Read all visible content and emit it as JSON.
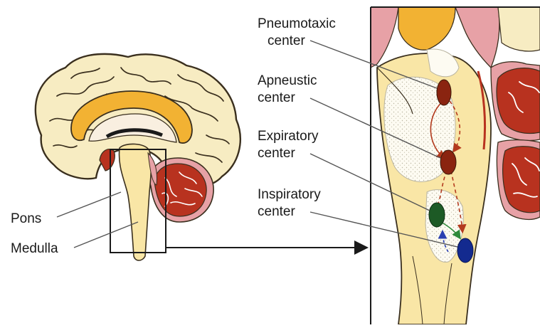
{
  "labels": {
    "pons": "Pons",
    "medulla": "Medulla",
    "pneumotaxic": [
      "Pneumotaxic",
      "center"
    ],
    "apneustic": [
      "Apneustic",
      "center"
    ],
    "expiratory": [
      "Expiratory",
      "center"
    ],
    "inspiratory": [
      "Inspiratory",
      "center"
    ]
  },
  "colors": {
    "cortex": "#f7ecc2",
    "cortex_line": "#3a2f1e",
    "corpus_callosum": "#f2b233",
    "brainstem": "#f9e6a6",
    "cerebellum": "#b8321f",
    "cerebellum_outer": "#e7a1a6",
    "pneumotaxic_center": "#8a2410",
    "apneustic_center": "#8a2410",
    "expiratory_center": "#1d5a25",
    "inspiratory_center": "#132a8f",
    "arrow_red": "#b33a1e",
    "arrow_green": "#2e8a3a",
    "arrow_blue": "#2a3fb0"
  }
}
